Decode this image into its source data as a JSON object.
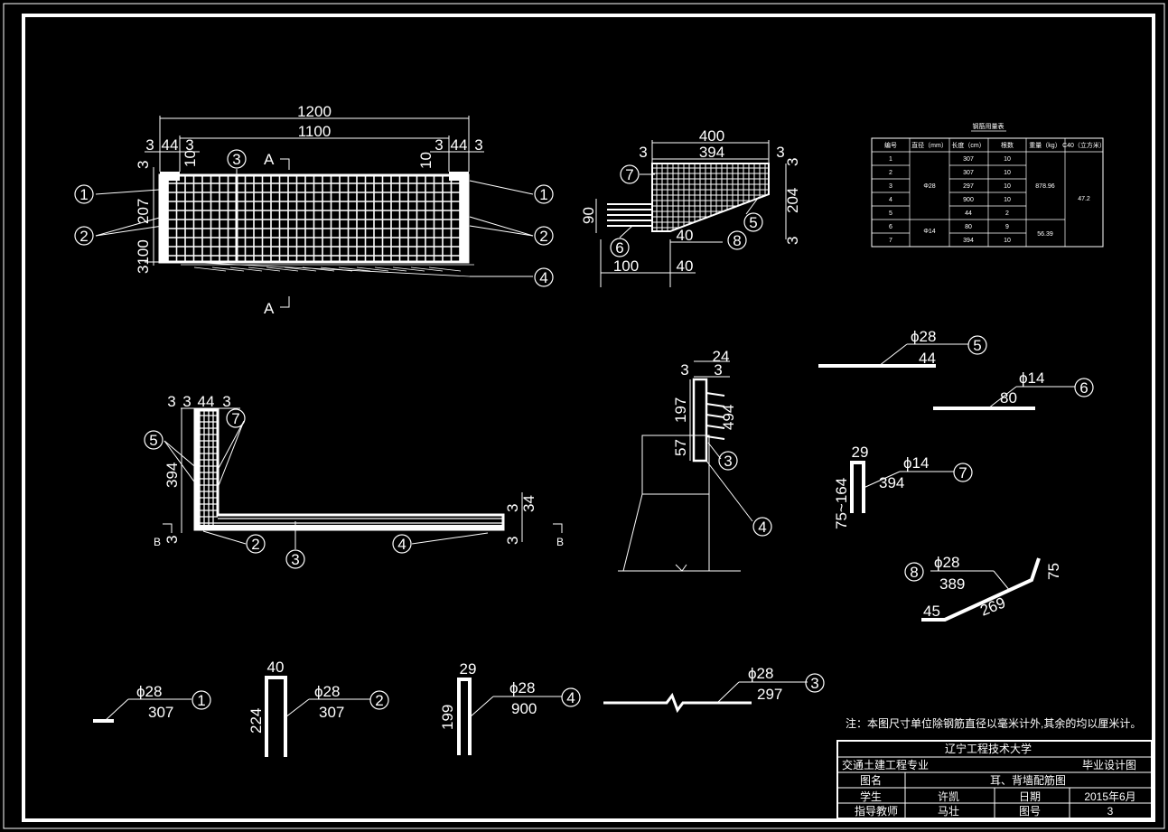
{
  "plan": {
    "dim_1200": "1200",
    "dim_1100": "1100",
    "dim_3a": "3",
    "dim_44a": "44",
    "dim_3b": "3",
    "dim_3c": "3",
    "dim_44b": "44",
    "dim_3d": "3",
    "dim_10a": "10",
    "dim_10b": "10",
    "dim_3v": "3",
    "dim_207": "207",
    "dim_3100": "3100",
    "section_a": "A"
  },
  "side": {
    "dim_400": "400",
    "dim_394": "394",
    "dim_3l": "3",
    "dim_3r": "3",
    "dim_204": "204",
    "dim_3rb": "3",
    "dim_90": "90",
    "dim_40a": "40",
    "dim_100": "100",
    "dim_40b": "40"
  },
  "lplan": {
    "dim_3a": "3",
    "dim_44": "44",
    "dim_3b": "3",
    "dim_3top": "3",
    "dim_394": "394",
    "dim_3bot": "3",
    "dim_3r": "3",
    "dim_34": "34",
    "dim_3rb": "3",
    "section_b": "B"
  },
  "section": {
    "dim_24": "24",
    "dim_3a": "3",
    "dim_3b": "3",
    "dim_197": "197",
    "dim_494": "494",
    "dim_57": "57"
  },
  "bars": {
    "b1": {
      "dia": "ϕ28",
      "len": "307"
    },
    "b2": {
      "dia": "ϕ28",
      "len": "307",
      "w": "40",
      "h": "224"
    },
    "b3": {
      "dia": "ϕ28",
      "len": "297"
    },
    "b4": {
      "dia": "ϕ28",
      "len": "900",
      "w": "29",
      "h": "199"
    },
    "b5": {
      "dia": "ϕ28",
      "len": "44"
    },
    "b6": {
      "dia": "ϕ14",
      "len": "80"
    },
    "b7": {
      "dia": "ϕ14",
      "len": "394",
      "w": "29",
      "h": "75~164"
    },
    "b8": {
      "dia": "ϕ28",
      "len": "389",
      "a": "45",
      "b": "269",
      "c": "75"
    }
  },
  "markers": [
    "1",
    "2",
    "3",
    "4",
    "5",
    "6",
    "7",
    "8"
  ],
  "table": {
    "title": "钢筋用量表",
    "headers": [
      "编号",
      "直径（mm）",
      "长度（cm）",
      "根数",
      "重量（kg）",
      "C40（立方米）"
    ],
    "rows": [
      [
        "1",
        "",
        "307",
        "10"
      ],
      [
        "2",
        "",
        "307",
        "10"
      ],
      [
        "3",
        "Φ28",
        "297",
        "10"
      ],
      [
        "4",
        "",
        "900",
        "10"
      ],
      [
        "5",
        "",
        "44",
        "2"
      ],
      [
        "6",
        "Φ14",
        "80",
        "9"
      ],
      [
        "7",
        "",
        "394",
        "10"
      ]
    ],
    "weight_a": "878.96",
    "weight_b": "56.39",
    "c40": "47.2"
  },
  "note": "注：本图尺寸单位除钢筋直径以毫米计外,其余的均以厘米计。",
  "titleblock": {
    "school": "辽宁工程技术大学",
    "major": "交通土建工程专业",
    "type": "毕业设计图",
    "name_label": "图名",
    "name_value": "耳、背墙配筋图",
    "student_label": "学生",
    "student_value": "许凯",
    "date_label": "日期",
    "date_value": "2015年6月",
    "teacher_label": "指导教师",
    "teacher_value": "马壮",
    "no_label": "图号",
    "no_value": "3"
  }
}
